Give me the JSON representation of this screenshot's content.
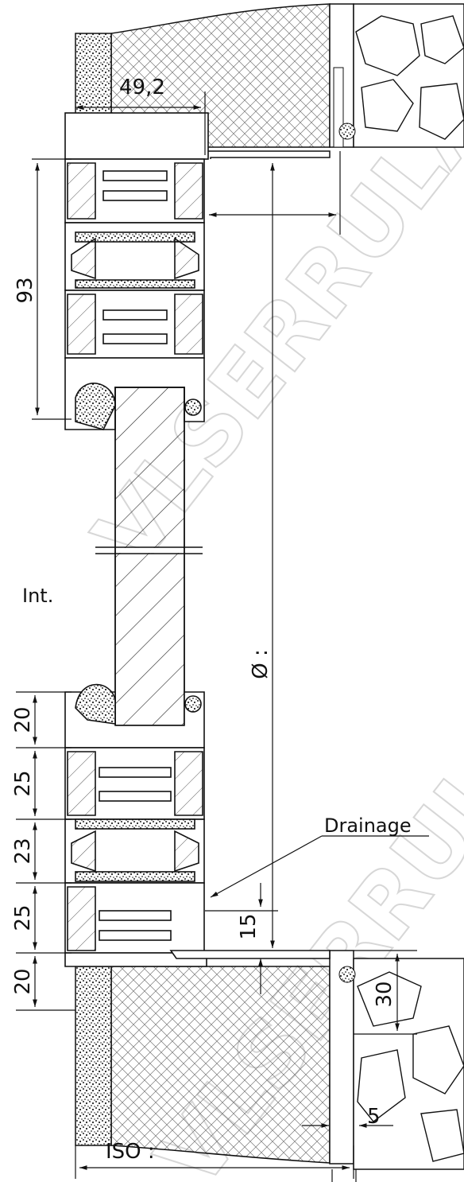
{
  "watermark": {
    "top": "VLSERRULAC",
    "bottom": "VLSERRULAC"
  },
  "dimensions": {
    "top_offset": "49,2",
    "frame_height": "93",
    "sill_1": "20",
    "sill_2": "25",
    "sill_3": "23",
    "sill_4": "25",
    "sill_5": "20",
    "rail": "15",
    "sill_drop": "30",
    "reveal": "5",
    "iso": "ISO :",
    "opening": "Ø :"
  },
  "labels": {
    "interior": "Int.",
    "drainage": "Drainage"
  },
  "colors": {
    "line": "#111111",
    "hatch": "#555555",
    "watermark": "#d7d7d7"
  }
}
